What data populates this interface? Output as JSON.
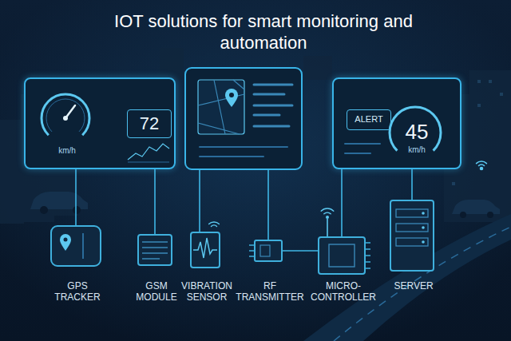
{
  "diagram": {
    "title": "IOT solutions for smart monitoring and automation",
    "nodes": [
      {
        "text": [
          "km/h"
        ]
      },
      {
        "text": [
          "72"
        ],
        "in": 0
      },
      {
        "text": [
          "45",
          "km/h"
        ]
      },
      {
        "text": [
          "ALERT"
        ],
        "in": 2
      },
      {
        "text": [
          "GPS TRACKER"
        ]
      },
      {
        "text": [
          "GSM MODULE"
        ]
      },
      {
        "text": [
          "VIBRATION SENSOR"
        ]
      },
      {
        "text": [
          "RF TRANSMITTER"
        ]
      },
      {
        "text": [
          "MICRO-CONTROLLER"
        ]
      },
      {
        "text": [
          "SERVER"
        ]
      }
    ],
    "edges": [
      {
        "from": 4,
        "to": 0,
        "arrow": "none"
      },
      {
        "from": 5,
        "to": 0,
        "arrow": "none"
      },
      {
        "from": 7,
        "to": 8,
        "arrow": "none"
      },
      {
        "from": 8,
        "to": 2,
        "arrow": "none"
      },
      {
        "from": 9,
        "to": 2,
        "arrow": "none"
      }
    ]
  }
}
